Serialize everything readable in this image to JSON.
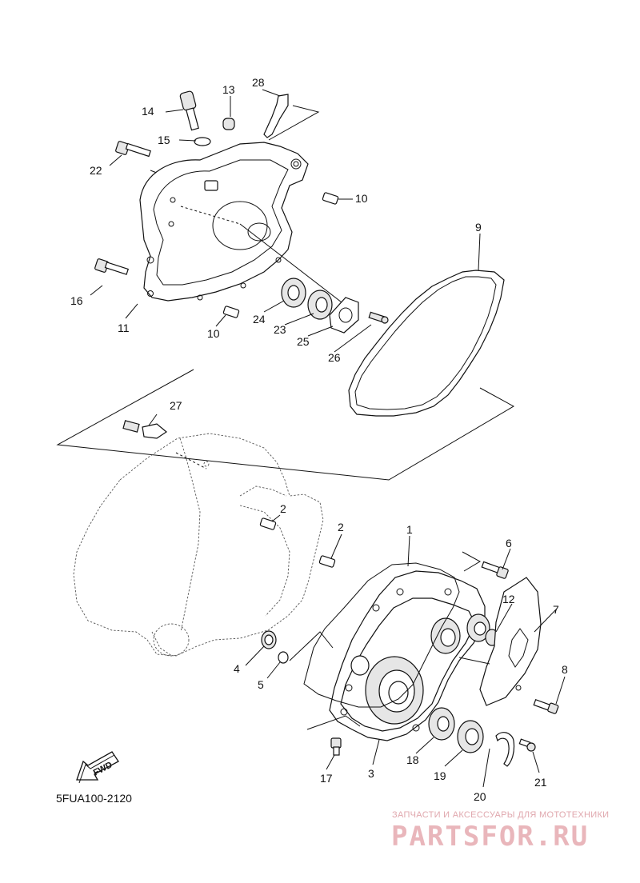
{
  "diagram": {
    "part_code": "5FUA100-2120",
    "fwd_label": "FWD",
    "callouts": [
      "1",
      "2",
      "2",
      "3",
      "4",
      "5",
      "6",
      "7",
      "8",
      "9",
      "10",
      "10",
      "11",
      "12",
      "13",
      "14",
      "15",
      "16",
      "17",
      "18",
      "19",
      "20",
      "21",
      "22",
      "23",
      "24",
      "25",
      "26",
      "27",
      "28"
    ]
  },
  "watermark": {
    "tagline": "ЗАПЧАСТИ И АКСЕССУАРЫ ДЛЯ МОТОТЕХНИКИ",
    "brand": "PARTSFOR.RU"
  }
}
